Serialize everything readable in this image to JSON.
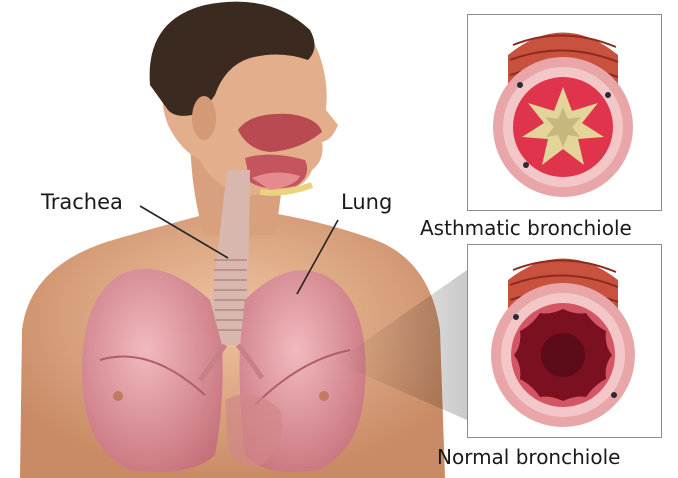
{
  "labels": {
    "trachea": "Trachea",
    "lung": "Lung",
    "asthmatic_bronchiole": "Asthmatic bronchiole",
    "normal_bronchiole": "Normal bronchiole"
  },
  "colors": {
    "skin": "#e7b38f",
    "skin_shadow": "#c98b66",
    "hair": "#3b2a20",
    "lung_fill": "#e6a1a6",
    "lung_edge": "#c56f7a",
    "trachea": "#d7b7ae",
    "muscle": "#b8402e",
    "mucosa_inflamed": "#e0344c",
    "mucus": "#e3d49a",
    "lumen_normal": "#7a1020",
    "panel_border": "#8c8c8c"
  },
  "icons": {
    "figure": "human-respiratory-system-illustration",
    "asthmatic": "inflamed-bronchiole-cross-section",
    "normal": "normal-bronchiole-cross-section"
  }
}
